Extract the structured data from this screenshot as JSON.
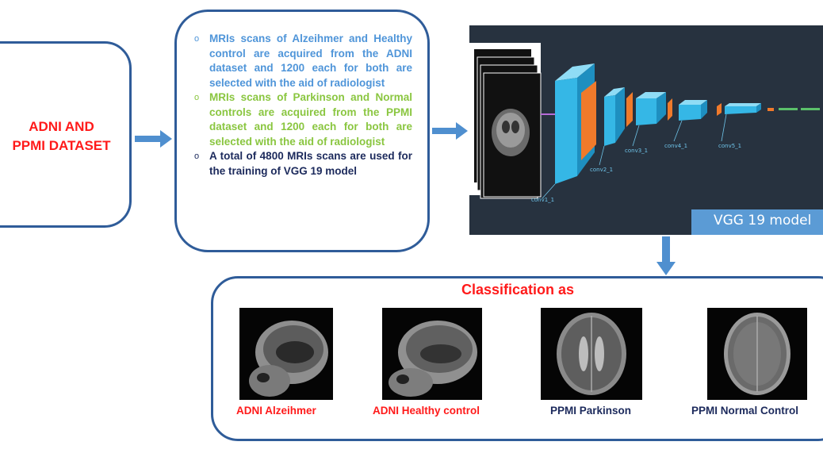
{
  "dataset": {
    "title": "ADNI AND\nPPMI DATASET"
  },
  "steps": [
    {
      "text": "MRIs scans of Alzeihmer and Healthy control are acquired from the ADNI dataset and 1200 each for both are selected with the aid of radiologist",
      "color": "#4f95d9"
    },
    {
      "text": "MRIs scans of Parkinson and Normal controls are acquired from the PPMI dataset and 1200 each for both are selected with the aid of radiologist",
      "color": "#8ac640"
    },
    {
      "text": "A total of 4800 MRIs scans are used for the training of VGG 19 model",
      "color": "#1c2a5c"
    }
  ],
  "bullet_symbol": "o",
  "vgg": {
    "label": "VGG 19 model",
    "layers": [
      "conv1_1",
      "conv2_1",
      "conv3_1",
      "conv4_1",
      "conv5_1"
    ]
  },
  "classification": {
    "title": "Classification as",
    "items": [
      {
        "label": "ADNI Alzeihmer",
        "color": "#ff1a1a"
      },
      {
        "label": "ADNI Healthy control",
        "color": "#ff1a1a"
      },
      {
        "label": "PPMI Parkinson",
        "color": "#1c2a5c"
      },
      {
        "label": "PPMI Normal Control",
        "color": "#1c2a5c"
      }
    ]
  },
  "colors": {
    "arrow": "#4f8fcf",
    "border": "#2f5c99",
    "panel": "#27323f",
    "conv": "#35b7e6",
    "pool": "#f07a2b"
  }
}
